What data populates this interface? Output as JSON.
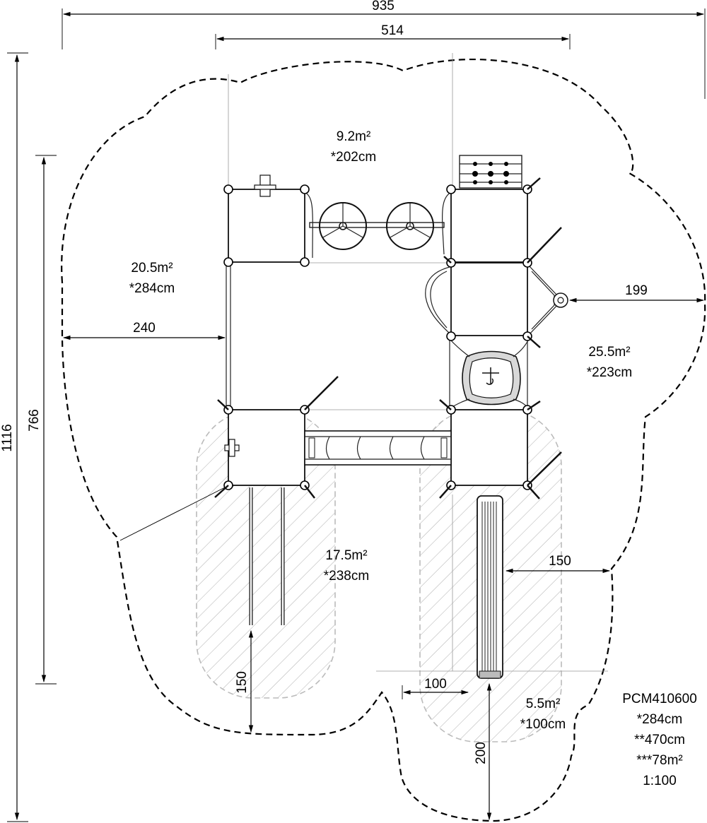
{
  "dimensions": {
    "overall_width": "935",
    "structure_width": "514",
    "overall_height": "1116",
    "structure_height": "766",
    "left_clearance": "240",
    "right_clearance": "199",
    "slide_side_clearance": "150",
    "bottom_clearance_left": "150",
    "slide_end_width": "100",
    "slide_end_length": "200"
  },
  "areas": [
    {
      "area": "9.2m²",
      "height": "*202cm"
    },
    {
      "area": "20.5m²",
      "height": "*284cm"
    },
    {
      "area": "25.5m²",
      "height": "*223cm"
    },
    {
      "area": "17.5m²",
      "height": "*238cm"
    },
    {
      "area": "5.5m²",
      "height": "*100cm"
    }
  ],
  "product": {
    "code": "PCM410600",
    "height": "*284cm",
    "length": "**470cm",
    "area": "***78m²",
    "scale": "1:100"
  }
}
